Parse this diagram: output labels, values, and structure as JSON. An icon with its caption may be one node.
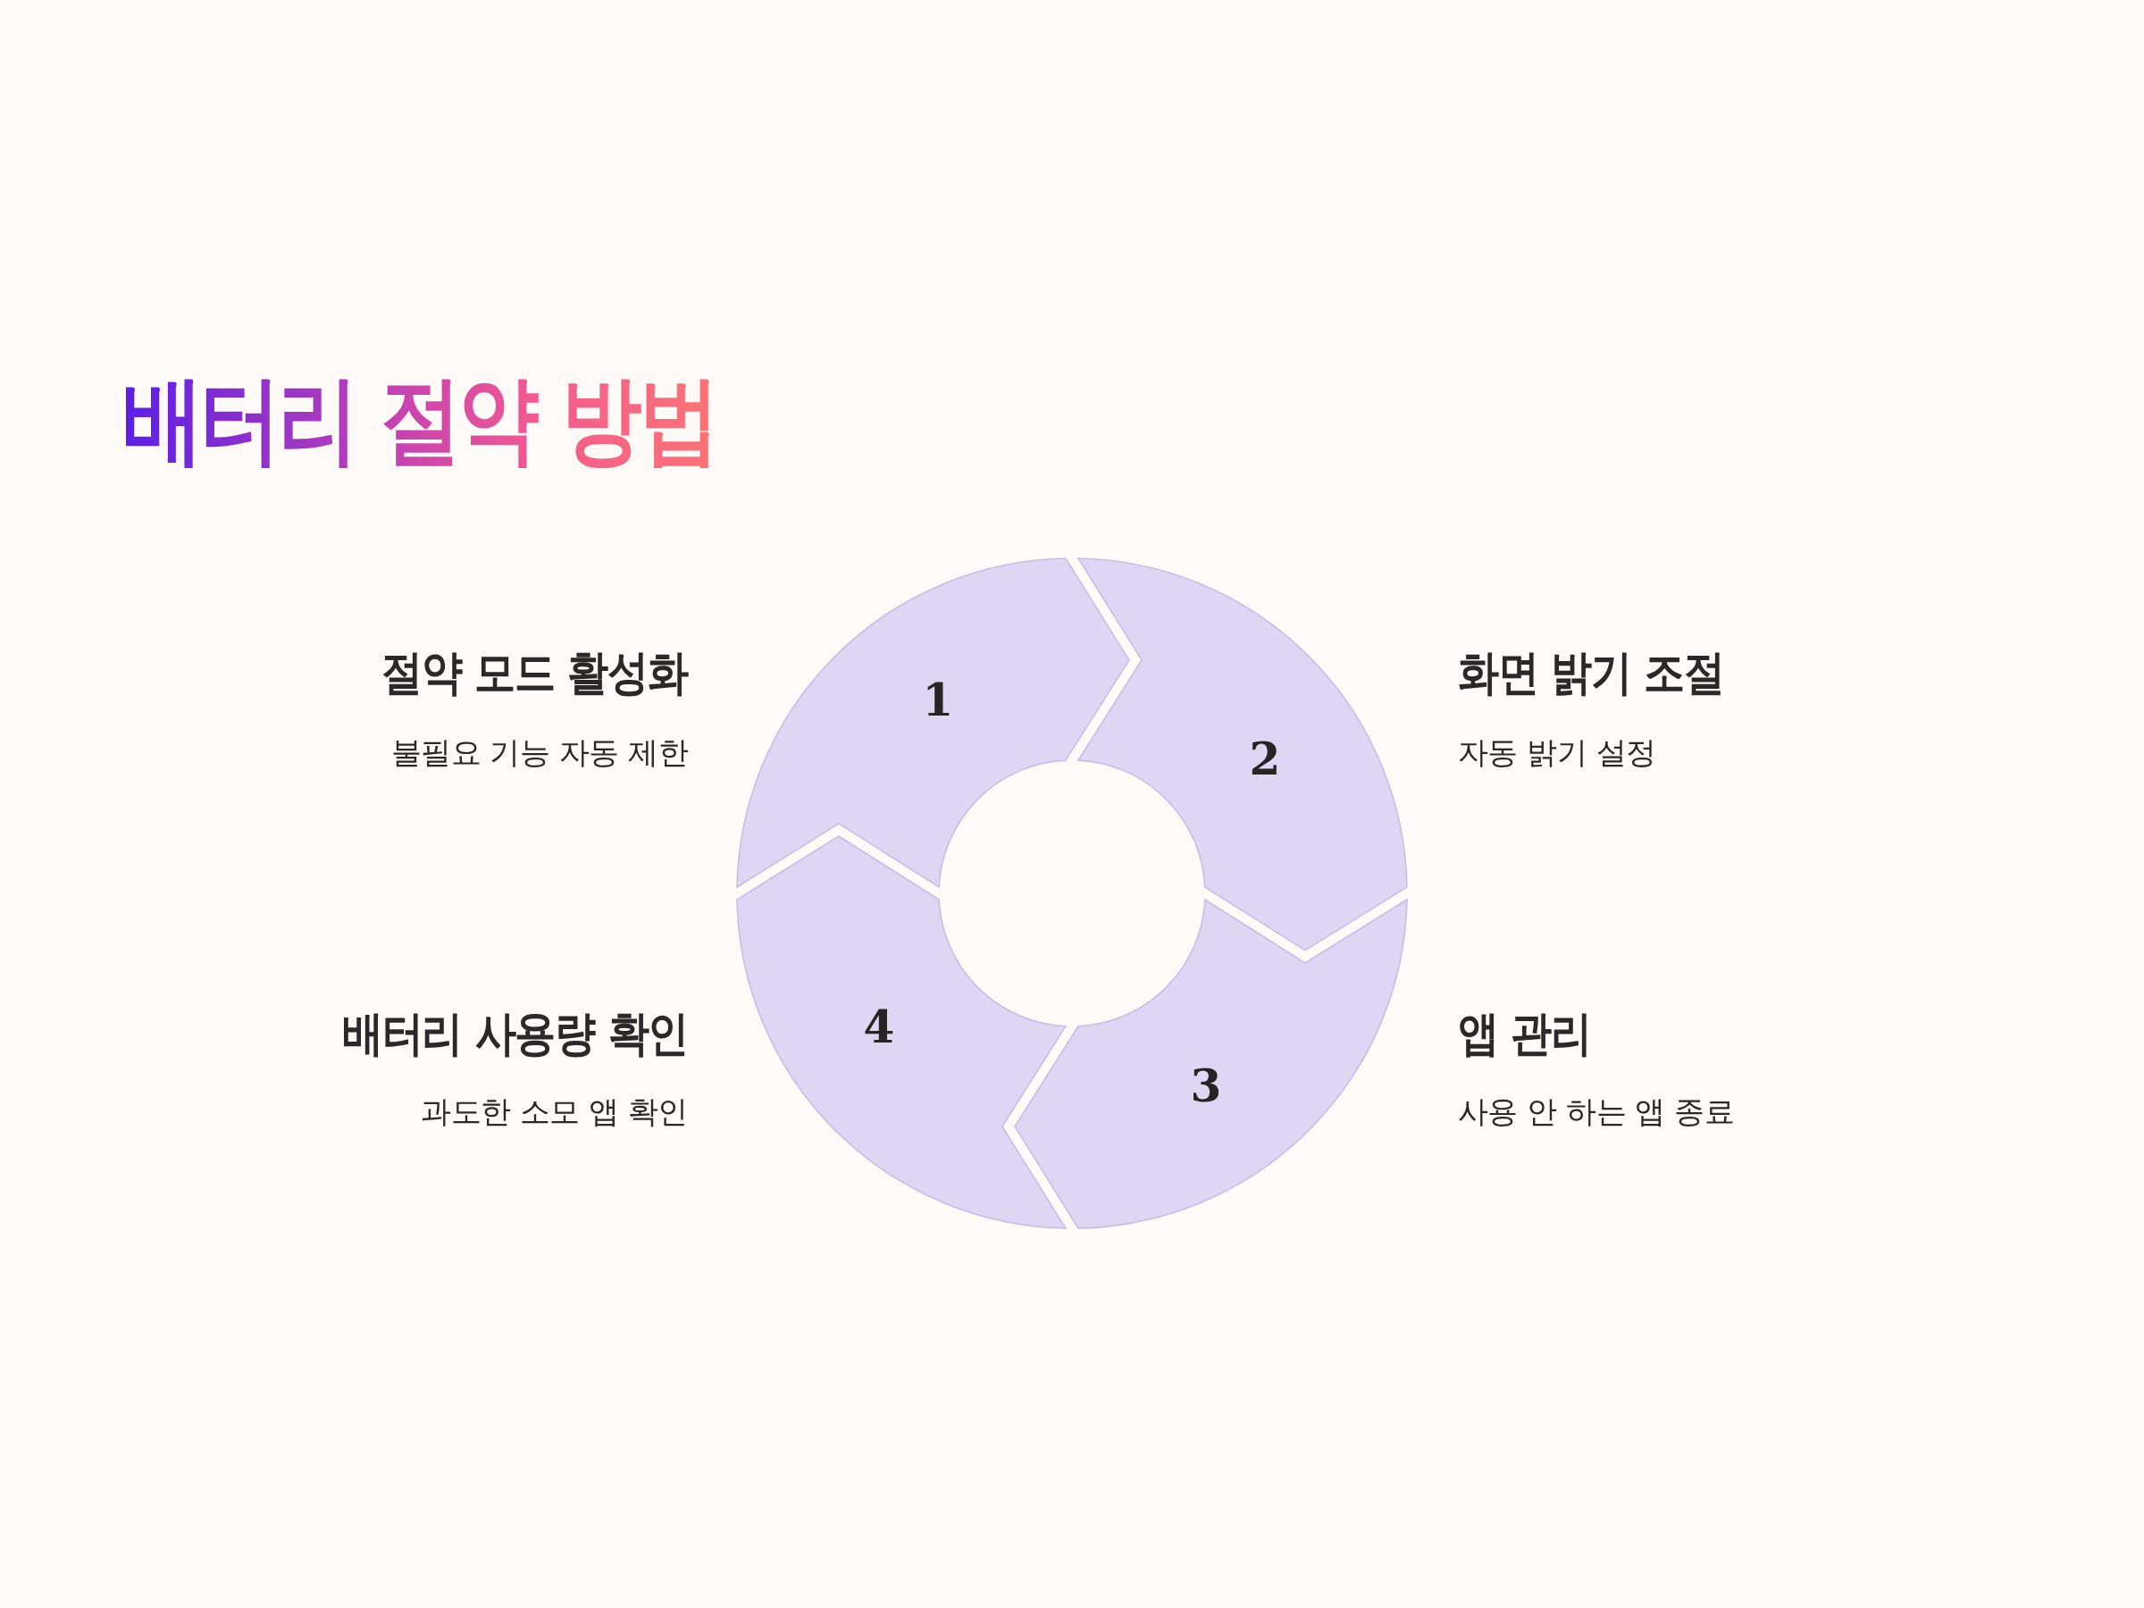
{
  "diagram": {
    "title": "배터리 절약 방법",
    "nodes": [
      {
        "text": [
          "1"
        ],
        "beside": [
          "절약 모드 활성화",
          "불필요 기능 자동 제한"
        ]
      },
      {
        "text": [
          "2"
        ],
        "beside": [
          "화면 밝기 조절",
          "자동 밝기 설정"
        ]
      },
      {
        "text": [
          "3"
        ],
        "beside": [
          "앱 관리",
          "사용 안 하는 앱 종료"
        ]
      },
      {
        "text": [
          "4"
        ],
        "beside": [
          "배터리 사용량 확인",
          "과도한 소모 앱 확인"
        ]
      }
    ]
  }
}
